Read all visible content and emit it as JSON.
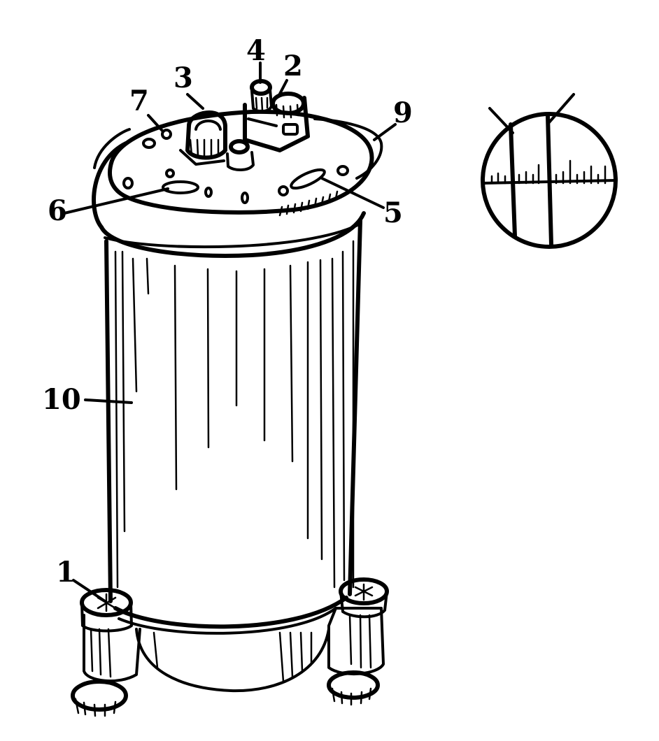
{
  "labels": {
    "l1": "1",
    "l2": "2",
    "l3": "3",
    "l4": "4",
    "l5": "5",
    "l6": "6",
    "l7": "7",
    "l9": "9",
    "l10": "10"
  },
  "colors": {
    "ink": "#000000",
    "paper": "#ffffff"
  }
}
